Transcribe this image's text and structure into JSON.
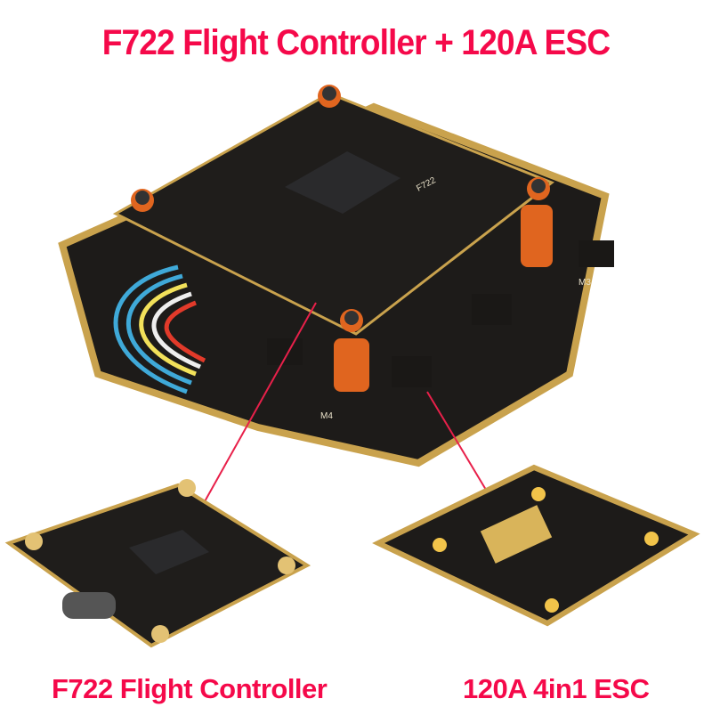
{
  "title": "F722 Flight Controller + 120A ESC",
  "labels": {
    "flight_controller": "F722 Flight Controller",
    "esc": "120A 4in1 ESC"
  },
  "board_markings": {
    "fc_chip": "F722",
    "esc_motor_labels": [
      "M3",
      "M4"
    ]
  },
  "colors": {
    "accent": "#f5094a",
    "pcb": "#1c1a18",
    "gold": "#d9b45a",
    "standoff": "#e0651f"
  }
}
